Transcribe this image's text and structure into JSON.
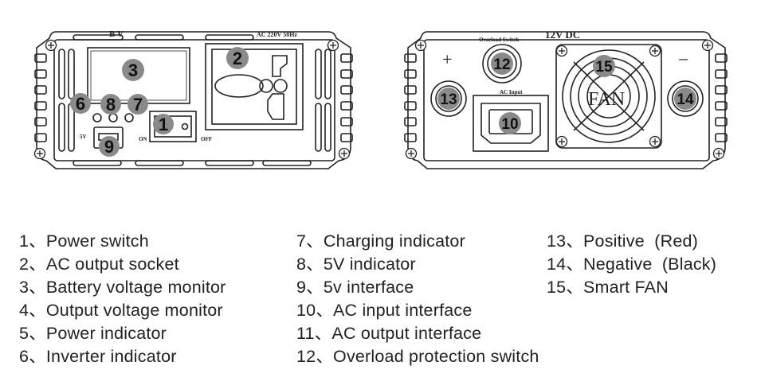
{
  "front_panel": {
    "top_left_text": "B V",
    "top_right_text": "AC 220V 50Hz",
    "left_side_text": "5V",
    "on_text": "ON",
    "off_text": "OFF"
  },
  "rear_panel": {
    "title": "12V DC",
    "overload_switch_label": "Overload Switch",
    "ac_input_label": "AC Input",
    "fan_text": "FAN",
    "positive_symbol": "+",
    "negative_symbol": "–"
  },
  "callouts": [
    "1",
    "2",
    "3",
    "6",
    "7",
    "8",
    "9",
    "10",
    "12",
    "13",
    "14",
    "15"
  ],
  "legend": {
    "col1": [
      "1、Power switch",
      "2、AC output socket",
      "3、Battery voltage monitor",
      "4、Output voltage monitor",
      "5、Power indicator",
      "6、Inverter indicator"
    ],
    "col2": [
      "7、Charging indicator",
      "8、5V indicator",
      "9、5v interface",
      "10、AC input interface",
      "11、AC output interface",
      "12、Overload protection switch"
    ],
    "col3": [
      "13、Positive  (Red)",
      "14、Negative  (Black)",
      "15、Smart FAN"
    ]
  },
  "colors": {
    "line": "#222222",
    "badge": "#8a8a8a",
    "badge_text": "#111111"
  }
}
